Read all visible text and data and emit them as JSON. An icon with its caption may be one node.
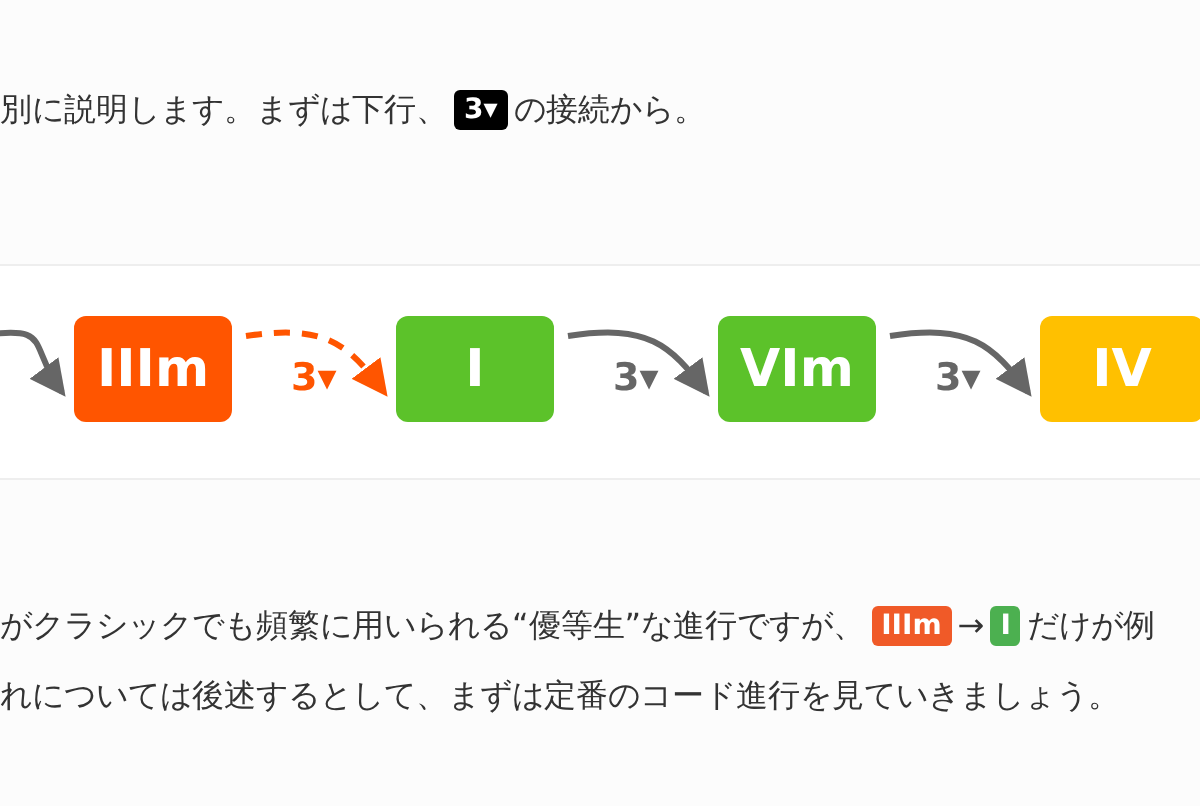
{
  "diagram": {
    "nodes": [
      {
        "text": [
          "IIIm"
        ]
      },
      {
        "text": [
          "I"
        ]
      },
      {
        "text": [
          "VIm"
        ]
      },
      {
        "text": [
          "IV"
        ]
      }
    ],
    "edges": [
      {
        "from": null,
        "to": 0,
        "arrow": "to"
      },
      {
        "from": 0,
        "to": 1,
        "arrow": "to",
        "label": "3▾",
        "style": "dashed",
        "color": "#ff5500"
      },
      {
        "from": 1,
        "to": 2,
        "arrow": "to",
        "label": "3▾"
      },
      {
        "from": 2,
        "to": 3,
        "arrow": "to",
        "label": "3▾"
      }
    ],
    "labels": [
      "別に説明します。まずは下行、",
      "3▾",
      "の接続から。",
      "がクラシックでも頻繁に用いられる“優等生”な進行ですが、",
      "IIIm",
      "→",
      "I",
      "だけが例",
      "れについては後述するとして、まずは定番のコード進行を見ていきましょう。"
    ]
  }
}
